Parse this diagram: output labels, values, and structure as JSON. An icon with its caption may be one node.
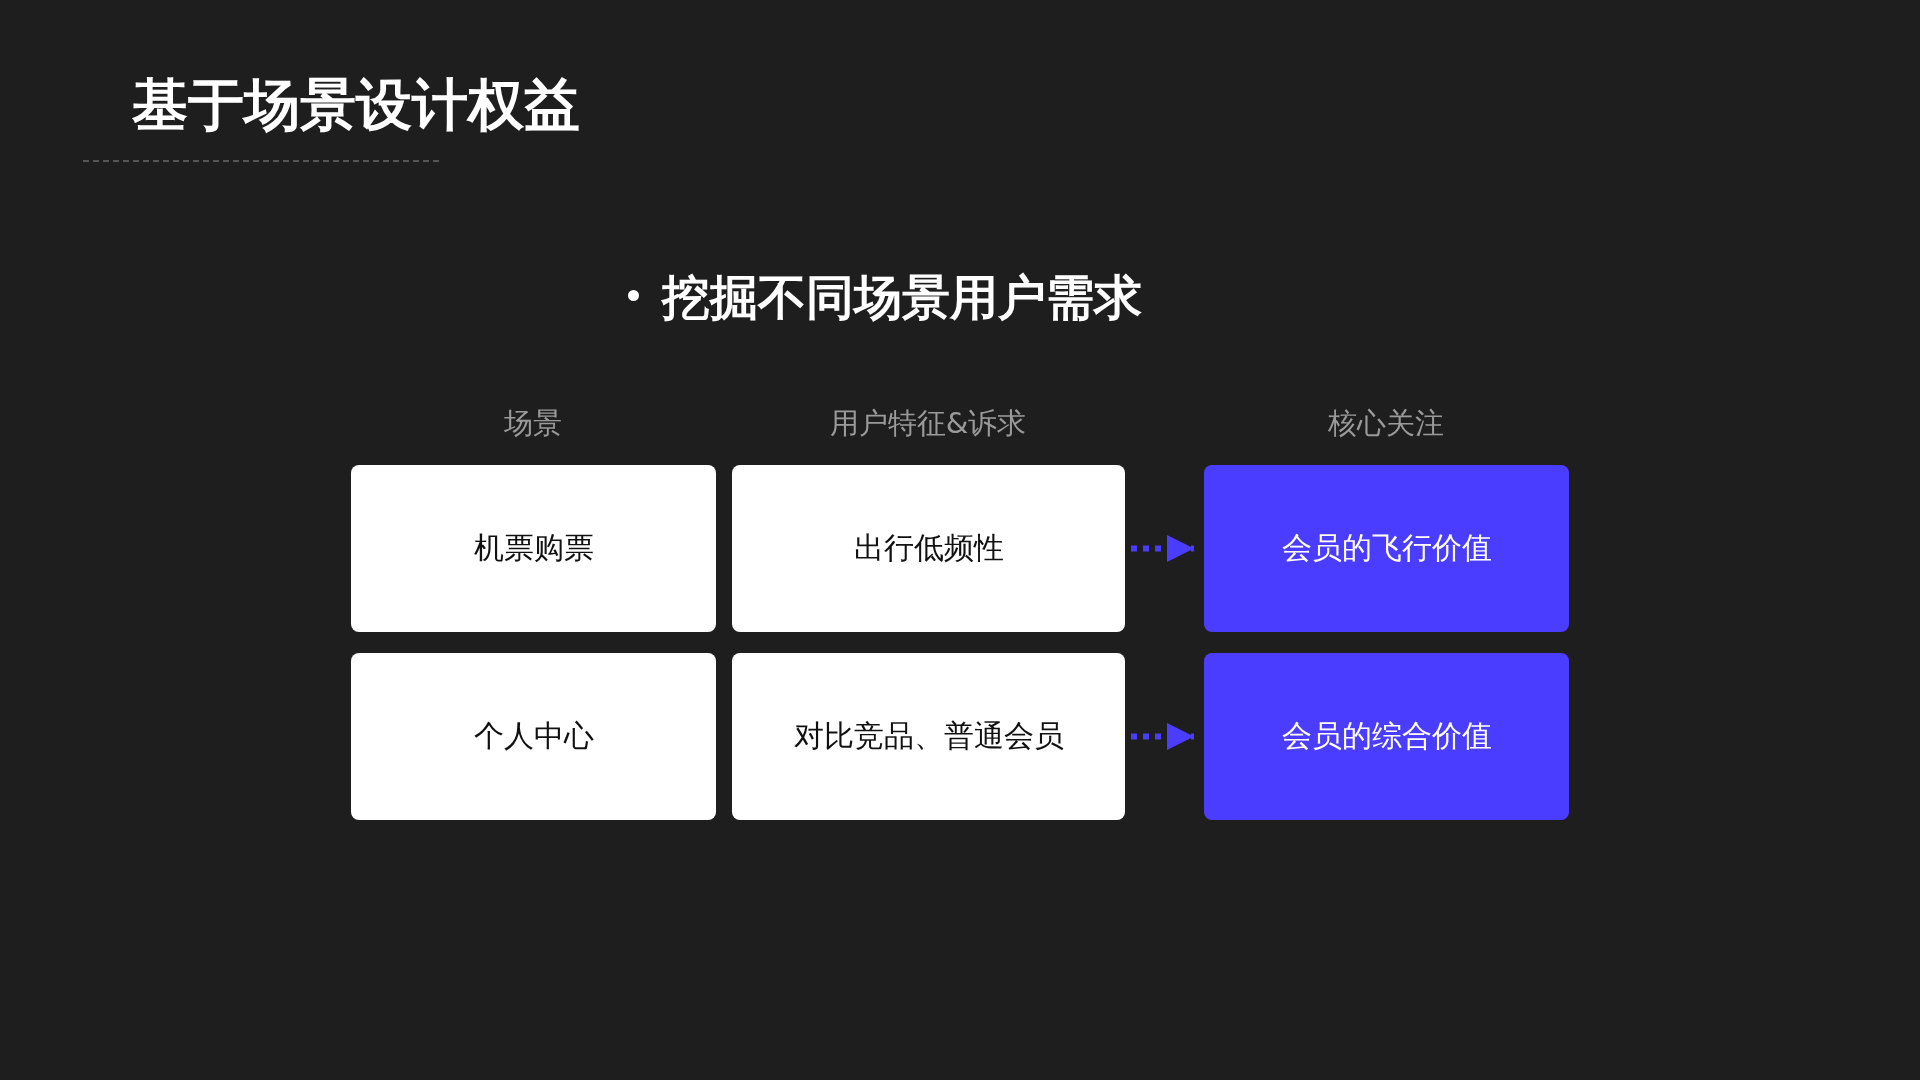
{
  "diagram": {
    "title": "基于场景设计权益",
    "nodes": [
      {
        "text": [
          "机票购票"
        ]
      },
      {
        "text": [
          "出行低频性"
        ]
      },
      {
        "text": [
          "会员的飞行价值"
        ]
      },
      {
        "text": [
          "个人中心"
        ]
      },
      {
        "text": [
          "对比竞品、普通会员"
        ]
      },
      {
        "text": [
          "会员的综合价值"
        ]
      }
    ],
    "edges": [
      {
        "from": 1,
        "to": 2,
        "arrow": "to",
        "style": "dashed"
      },
      {
        "from": 4,
        "to": 5,
        "arrow": "to",
        "style": "dashed"
      }
    ],
    "labels": [
      "挖掘不同场景用户需求",
      "场景",
      "用户特征&诉求",
      "核心关注"
    ]
  }
}
